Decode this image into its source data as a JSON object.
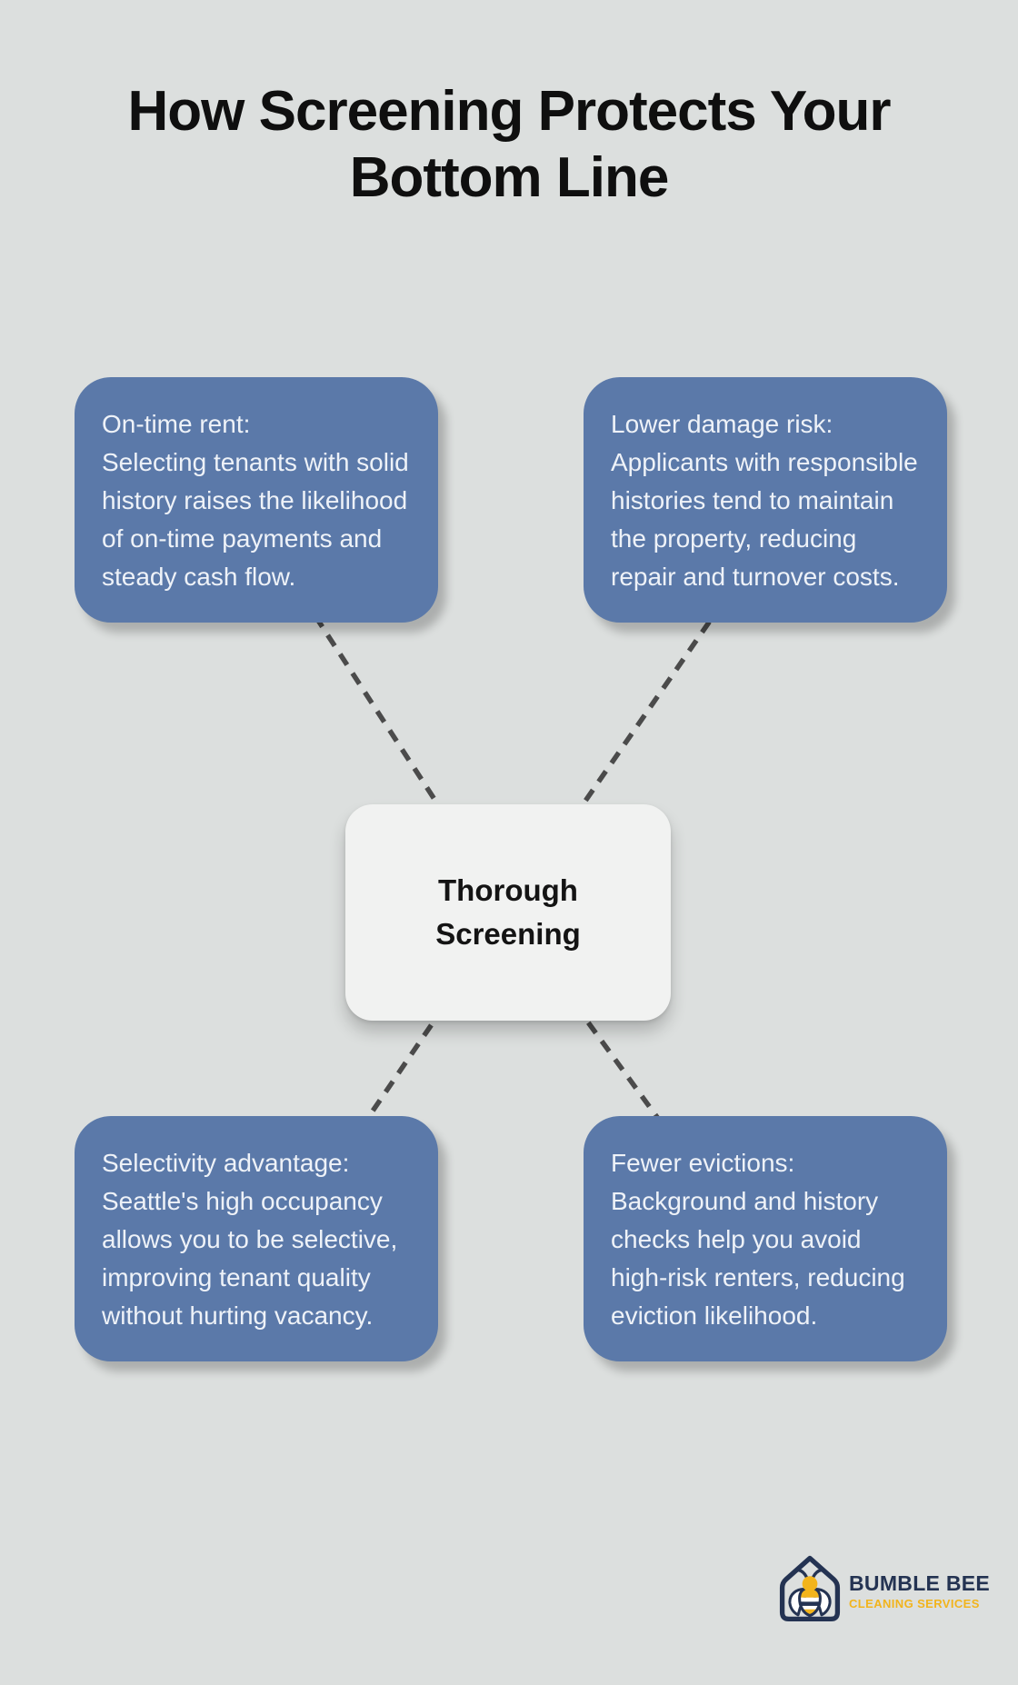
{
  "title": {
    "line1": "How Screening Protects Your",
    "line2": "Bottom Line"
  },
  "center_node": {
    "text": "Thorough Screening"
  },
  "cards": [
    {
      "position": "top-left",
      "label": "On-time rent:",
      "text": "Selecting tenants with solid history raises the likelihood of on-time payments and steady cash flow."
    },
    {
      "position": "top-right",
      "label": "Lower damage risk:",
      "text": "Applicants with responsible histories tend to maintain the property, reducing repair and turnover costs."
    },
    {
      "position": "bottom-left",
      "label": "Selectivity advantage:",
      "text": "Seattle's high occupancy allows you to be selective, improving tenant quality without hurting vacancy."
    },
    {
      "position": "bottom-right",
      "label": "Fewer evictions:",
      "text": "Background and history checks help you avoid high-risk renters, reducing eviction likelihood."
    }
  ],
  "logo": {
    "name": "BUMBLE BEE",
    "tagline": "CLEANING SERVICES",
    "icon": "bee-in-house-icon"
  },
  "colors": {
    "background": "#dcdfde",
    "card_blue": "#5b79a9",
    "card_text": "#eef2f8",
    "center_node_bg": "#f1f2f1",
    "connector": "#4b4b4b",
    "title_text": "#0f0f0f",
    "logo_navy": "#243352",
    "logo_yellow": "#f2b41c"
  }
}
